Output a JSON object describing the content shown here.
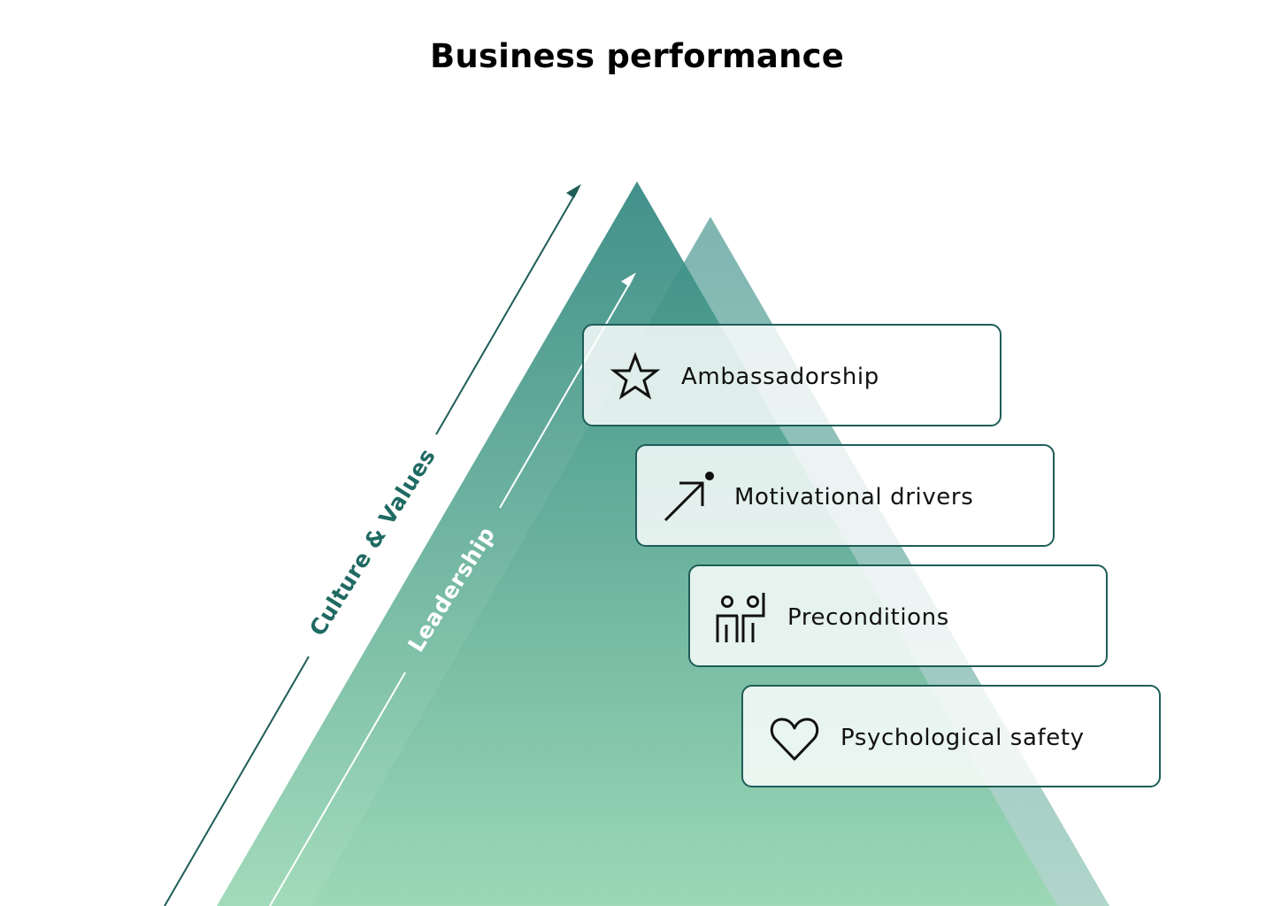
{
  "title": "Business performance",
  "axes": {
    "outer": "Culture & Values",
    "inner": "Leadership"
  },
  "layers": [
    {
      "label": "Ambassadorship",
      "icon": "star-icon"
    },
    {
      "label": "Motivational drivers",
      "icon": "arrow-up-right-icon"
    },
    {
      "label": "Preconditions",
      "icon": "people-icon"
    },
    {
      "label": "Psychological safety",
      "icon": "heart-icon"
    }
  ],
  "colors": {
    "pyramid_top": "#318780",
    "pyramid_bottom": "#9ad8b4",
    "back_pyramid": "#5fa39e",
    "accent_dark": "#1e5d58"
  }
}
